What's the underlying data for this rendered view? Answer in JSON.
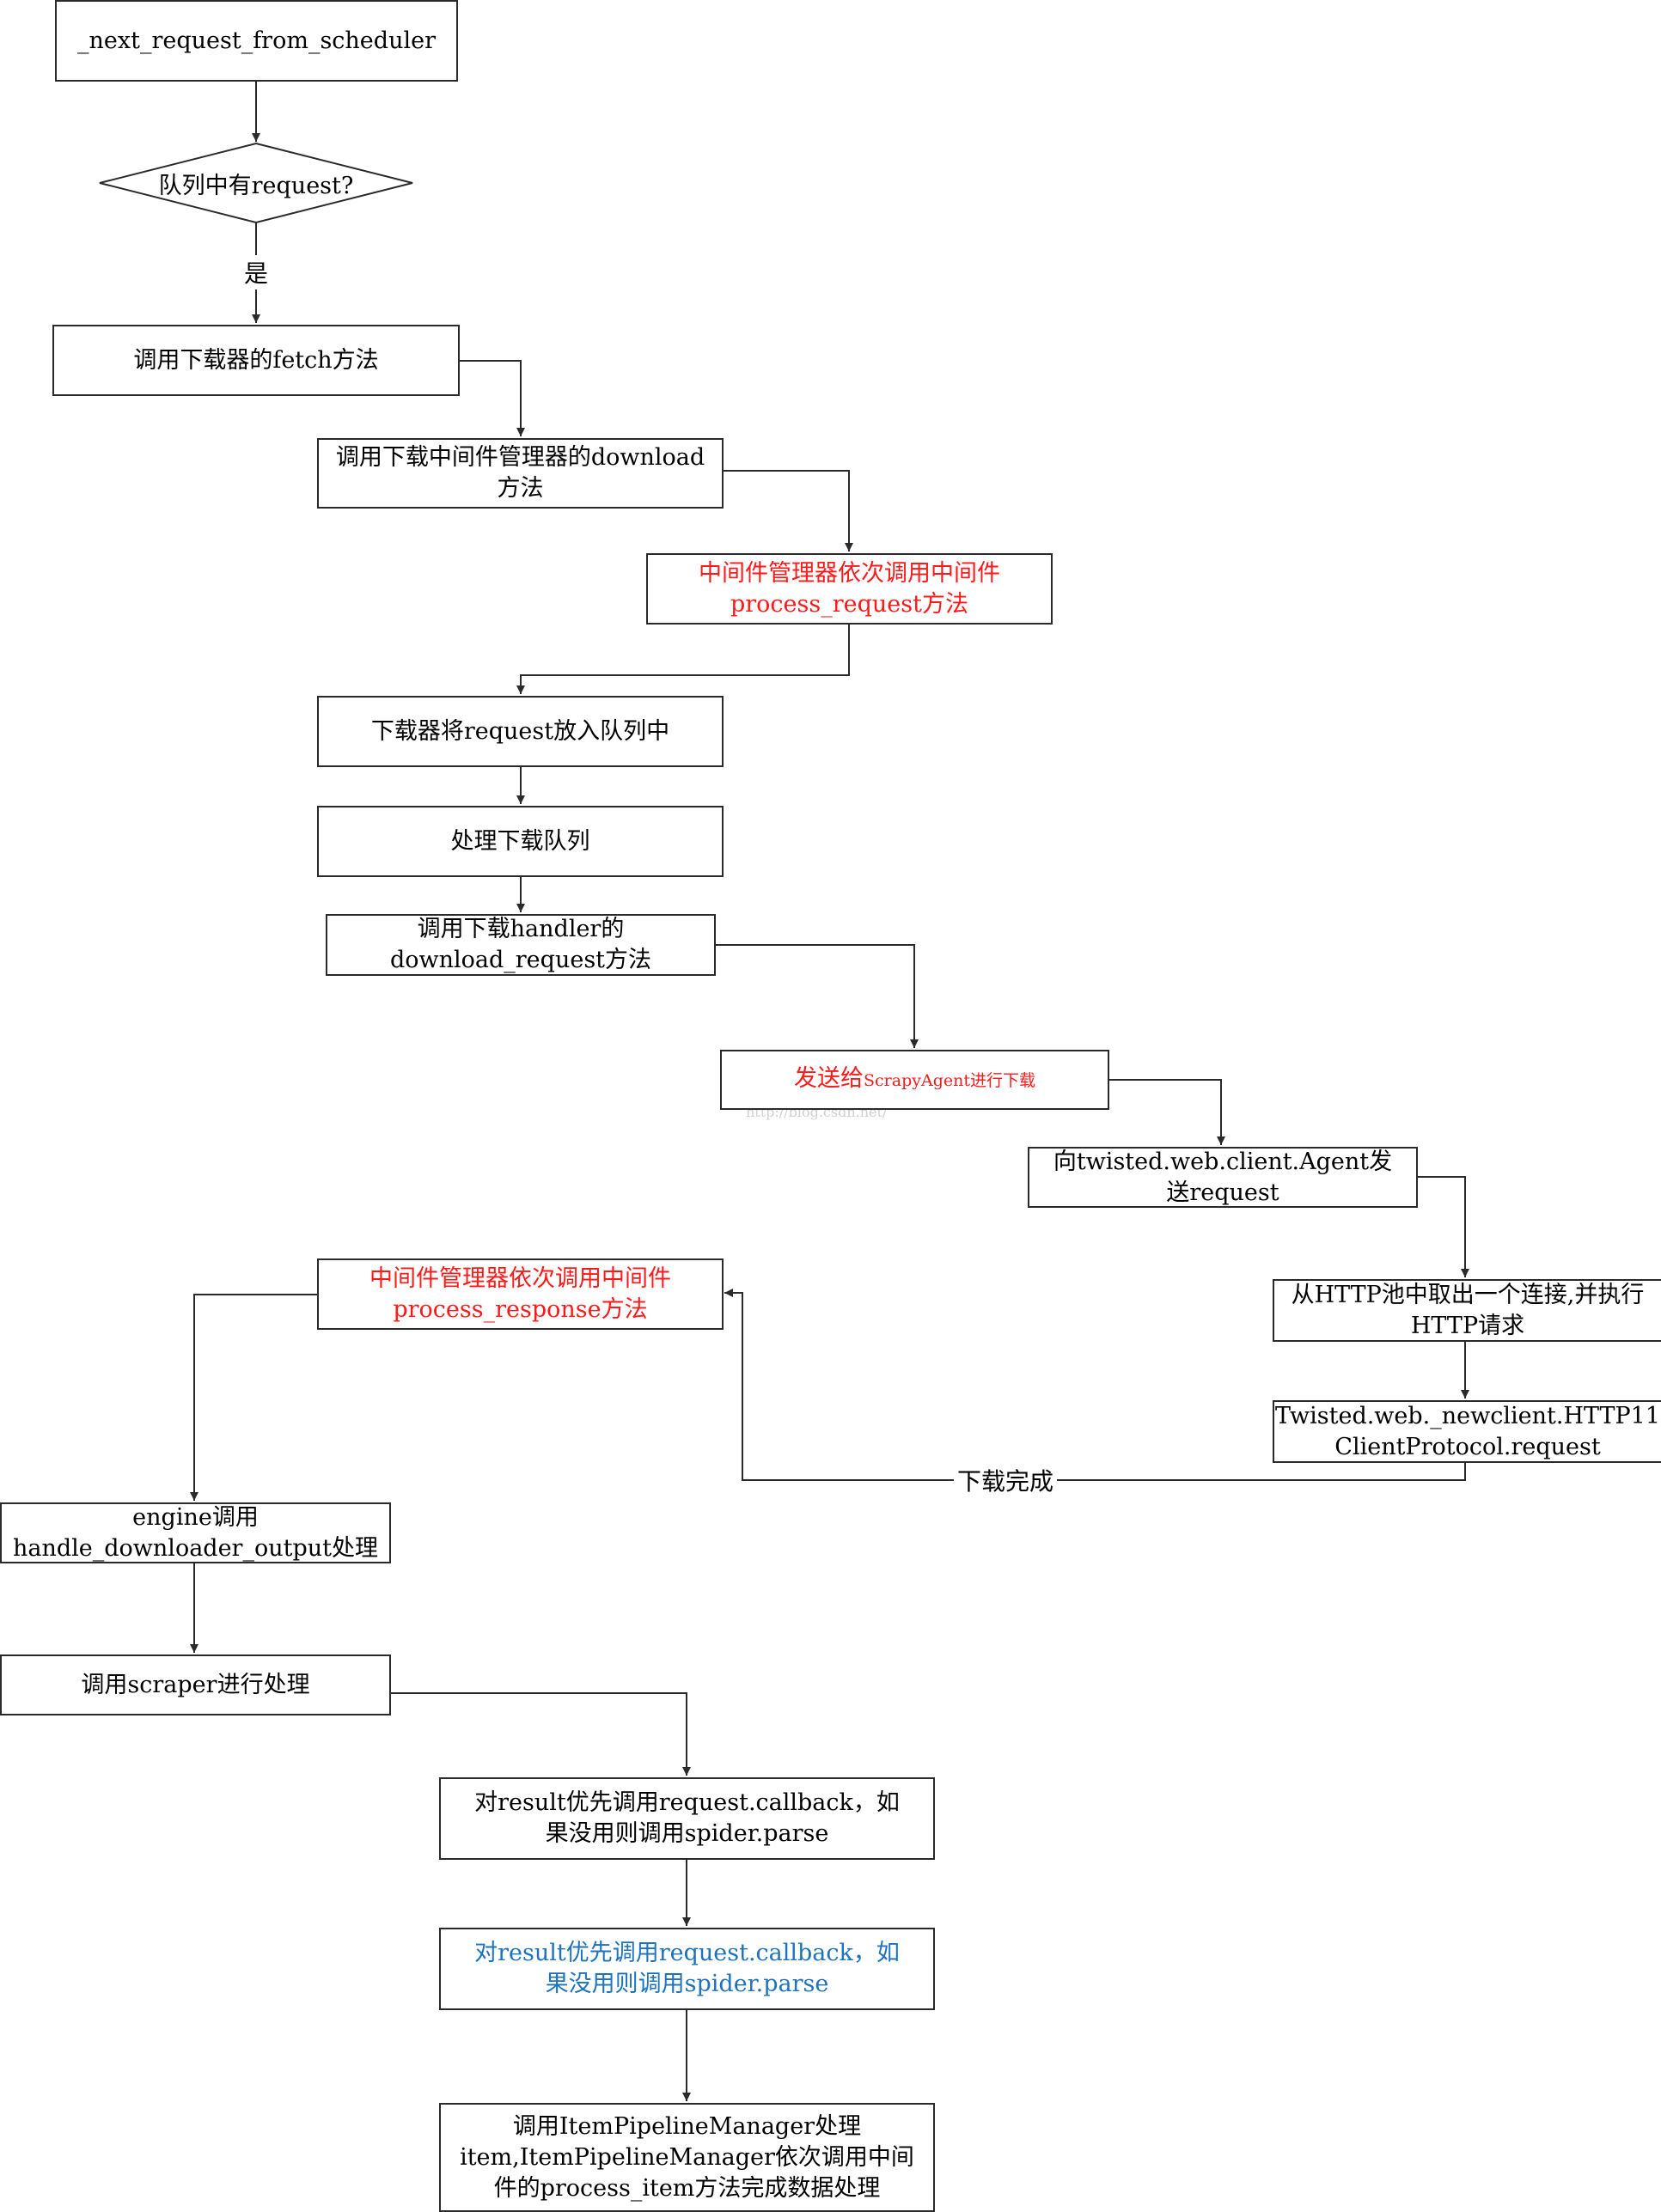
{
  "nodes": {
    "start": [
      "_next_request_from_scheduler"
    ],
    "decision": [
      "队列中有request?"
    ],
    "fetch": [
      "调用下载器的fetch方法"
    ],
    "mw_download": [
      "调用下载中间件管理器的download",
      "方法"
    ],
    "process_request": [
      "中间件管理器依次调用中间件",
      "process_request方法"
    ],
    "enqueue": [
      "下载器将request放入队列中"
    ],
    "process_queue": [
      "处理下载队列"
    ],
    "handler_download": [
      "调用下载handler的",
      "download_request方法"
    ],
    "scrapy_agent": {
      "part1": "发送给",
      "part2": "ScrapyAgent进行下载"
    },
    "twisted_agent": [
      "向twisted.web.client.Agent发",
      "送request"
    ],
    "http_pool": [
      "从HTTP池中取出一个连接,并执行",
      "HTTP请求"
    ],
    "http11": [
      "Twisted.web._newclient.HTTP11",
      "ClientProtocol.request"
    ],
    "process_response": [
      "中间件管理器依次调用中间件",
      "process_response方法"
    ],
    "engine": [
      "engine调用",
      "handle_downloader_output处理"
    ],
    "scraper": [
      "调用scraper进行处理"
    ],
    "callback": [
      "对result优先调用request.callback，如",
      "果没用则调用spider.parse"
    ],
    "callback_blue": [
      "对result优先调用request.callback，如",
      "果没用则调用spider.parse"
    ],
    "pipeline": [
      "调用ItemPipelineManager处理",
      "item,ItemPipelineManager依次调用中间",
      "件的process_item方法完成数据处理"
    ]
  },
  "edge_labels": {
    "yes": "是",
    "download_done": "下载完成"
  },
  "watermark": "http://blog.csdn.net/",
  "colors": {
    "highlight_red": "#ff1a1a",
    "highlight_blue": "#1e73be",
    "line": "#2a2a2a"
  }
}
